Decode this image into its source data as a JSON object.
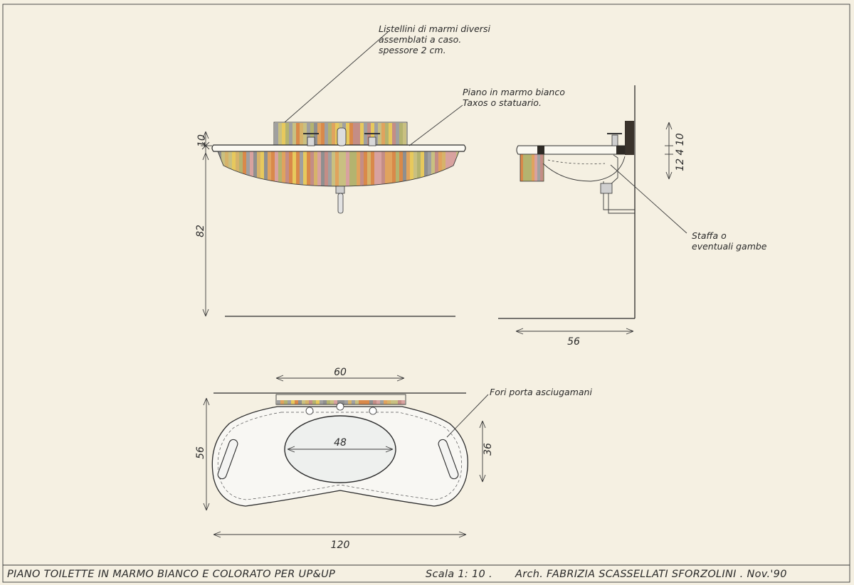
{
  "annotations": {
    "listellini_line1": "Listellini di marmi diversi",
    "listellini_line2": "assemblati a caso.",
    "listellini_line3": "spessore     2 cm.",
    "piano_line1": "Piano in marmo bianco",
    "piano_line2": "Taxos o statuario.",
    "staffa_line1": "Staffa  o",
    "staffa_line2": "eventuali gambe",
    "fori": "Fori porta asciugamani"
  },
  "dimensions": {
    "front_top": "10",
    "front_height": "82",
    "side_depth": "56",
    "side_dims": "12 4 10",
    "plan_60": "60",
    "plan_48": "48",
    "plan_36": "36",
    "plan_56": "56",
    "plan_120": "120"
  },
  "title_block": {
    "title": "PIANO TOILETTE IN MARMO BIANCO E COLORATO  PER  UP&UP",
    "scale": "Scala  1: 10 .",
    "author": "Arch.  FABRIZIA  SCASSELLATI  SFORZOLINI . Nov.'90"
  },
  "colors": {
    "paper": "#f5f0e2",
    "ink": "#2b2b2b",
    "stripe_orange": "#d98a4b",
    "stripe_yellow": "#e6c85a",
    "stripe_green": "#a9b06a",
    "stripe_pink": "#d9a3a0",
    "stripe_grey": "#9a9a9a"
  },
  "stripe_palette": [
    "#d9894a",
    "#e7c95d",
    "#b4b36f",
    "#d8a29f",
    "#a0a0a0",
    "#c9c081",
    "#e0a35e",
    "#8f8f8f",
    "#d6b36a",
    "#c48d86"
  ]
}
